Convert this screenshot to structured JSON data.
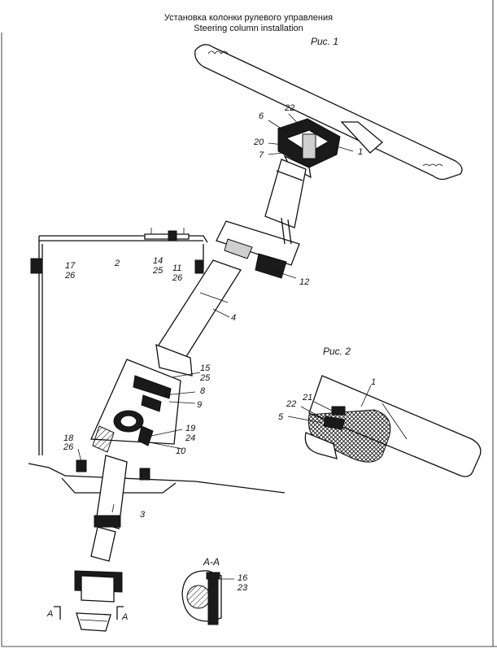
{
  "header": {
    "title_ru": "Установка колонки рулевого управления",
    "title_en": "Steering column installation"
  },
  "figures": {
    "fig1": "Рис. 1",
    "fig2": "Рис. 2",
    "section": "А-А",
    "section_mark_left": "А",
    "section_mark_right": "А"
  },
  "callouts": {
    "c1": "1",
    "c2": "2",
    "c3": "3",
    "c4": "4",
    "c5": "5",
    "c6": "6",
    "c7": "7",
    "c8": "8",
    "c9": "9",
    "c10": "10",
    "c11": "11",
    "c12": "12",
    "c14": "14",
    "c15": "15",
    "c16": "16",
    "c17": "17",
    "c18": "18",
    "c19": "19",
    "c20": "20",
    "c21": "21",
    "c22a": "22",
    "c22b": "22",
    "c23": "23",
    "c24": "24",
    "c25a": "25",
    "c25b": "25",
    "c26a": "26",
    "c26b": "26",
    "c26c": "26",
    "f2_1": "1"
  }
}
